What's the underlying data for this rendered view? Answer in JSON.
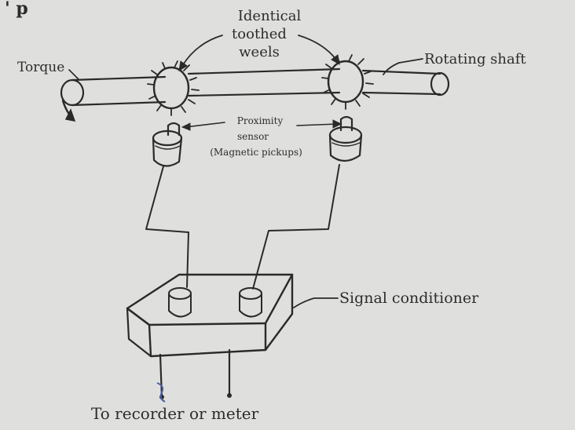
{
  "labels": {
    "top_left_fragment": "' p",
    "identical_line1": "Identical",
    "identical_line2": "toothed",
    "identical_line3": "weels",
    "torque": "Torque",
    "rotating_shaft": "Rotating shaft",
    "proximity_line1": "Proximity",
    "proximity_line2": "sensor",
    "proximity_line3": "(Magnetic pickups)",
    "signal_conditioner": "Signal conditioner",
    "output": "To recorder or meter"
  },
  "colors": {
    "paper": "#dfe0dd",
    "ink": "#2a2a2a",
    "pen_mark": "#4a5fa8"
  }
}
